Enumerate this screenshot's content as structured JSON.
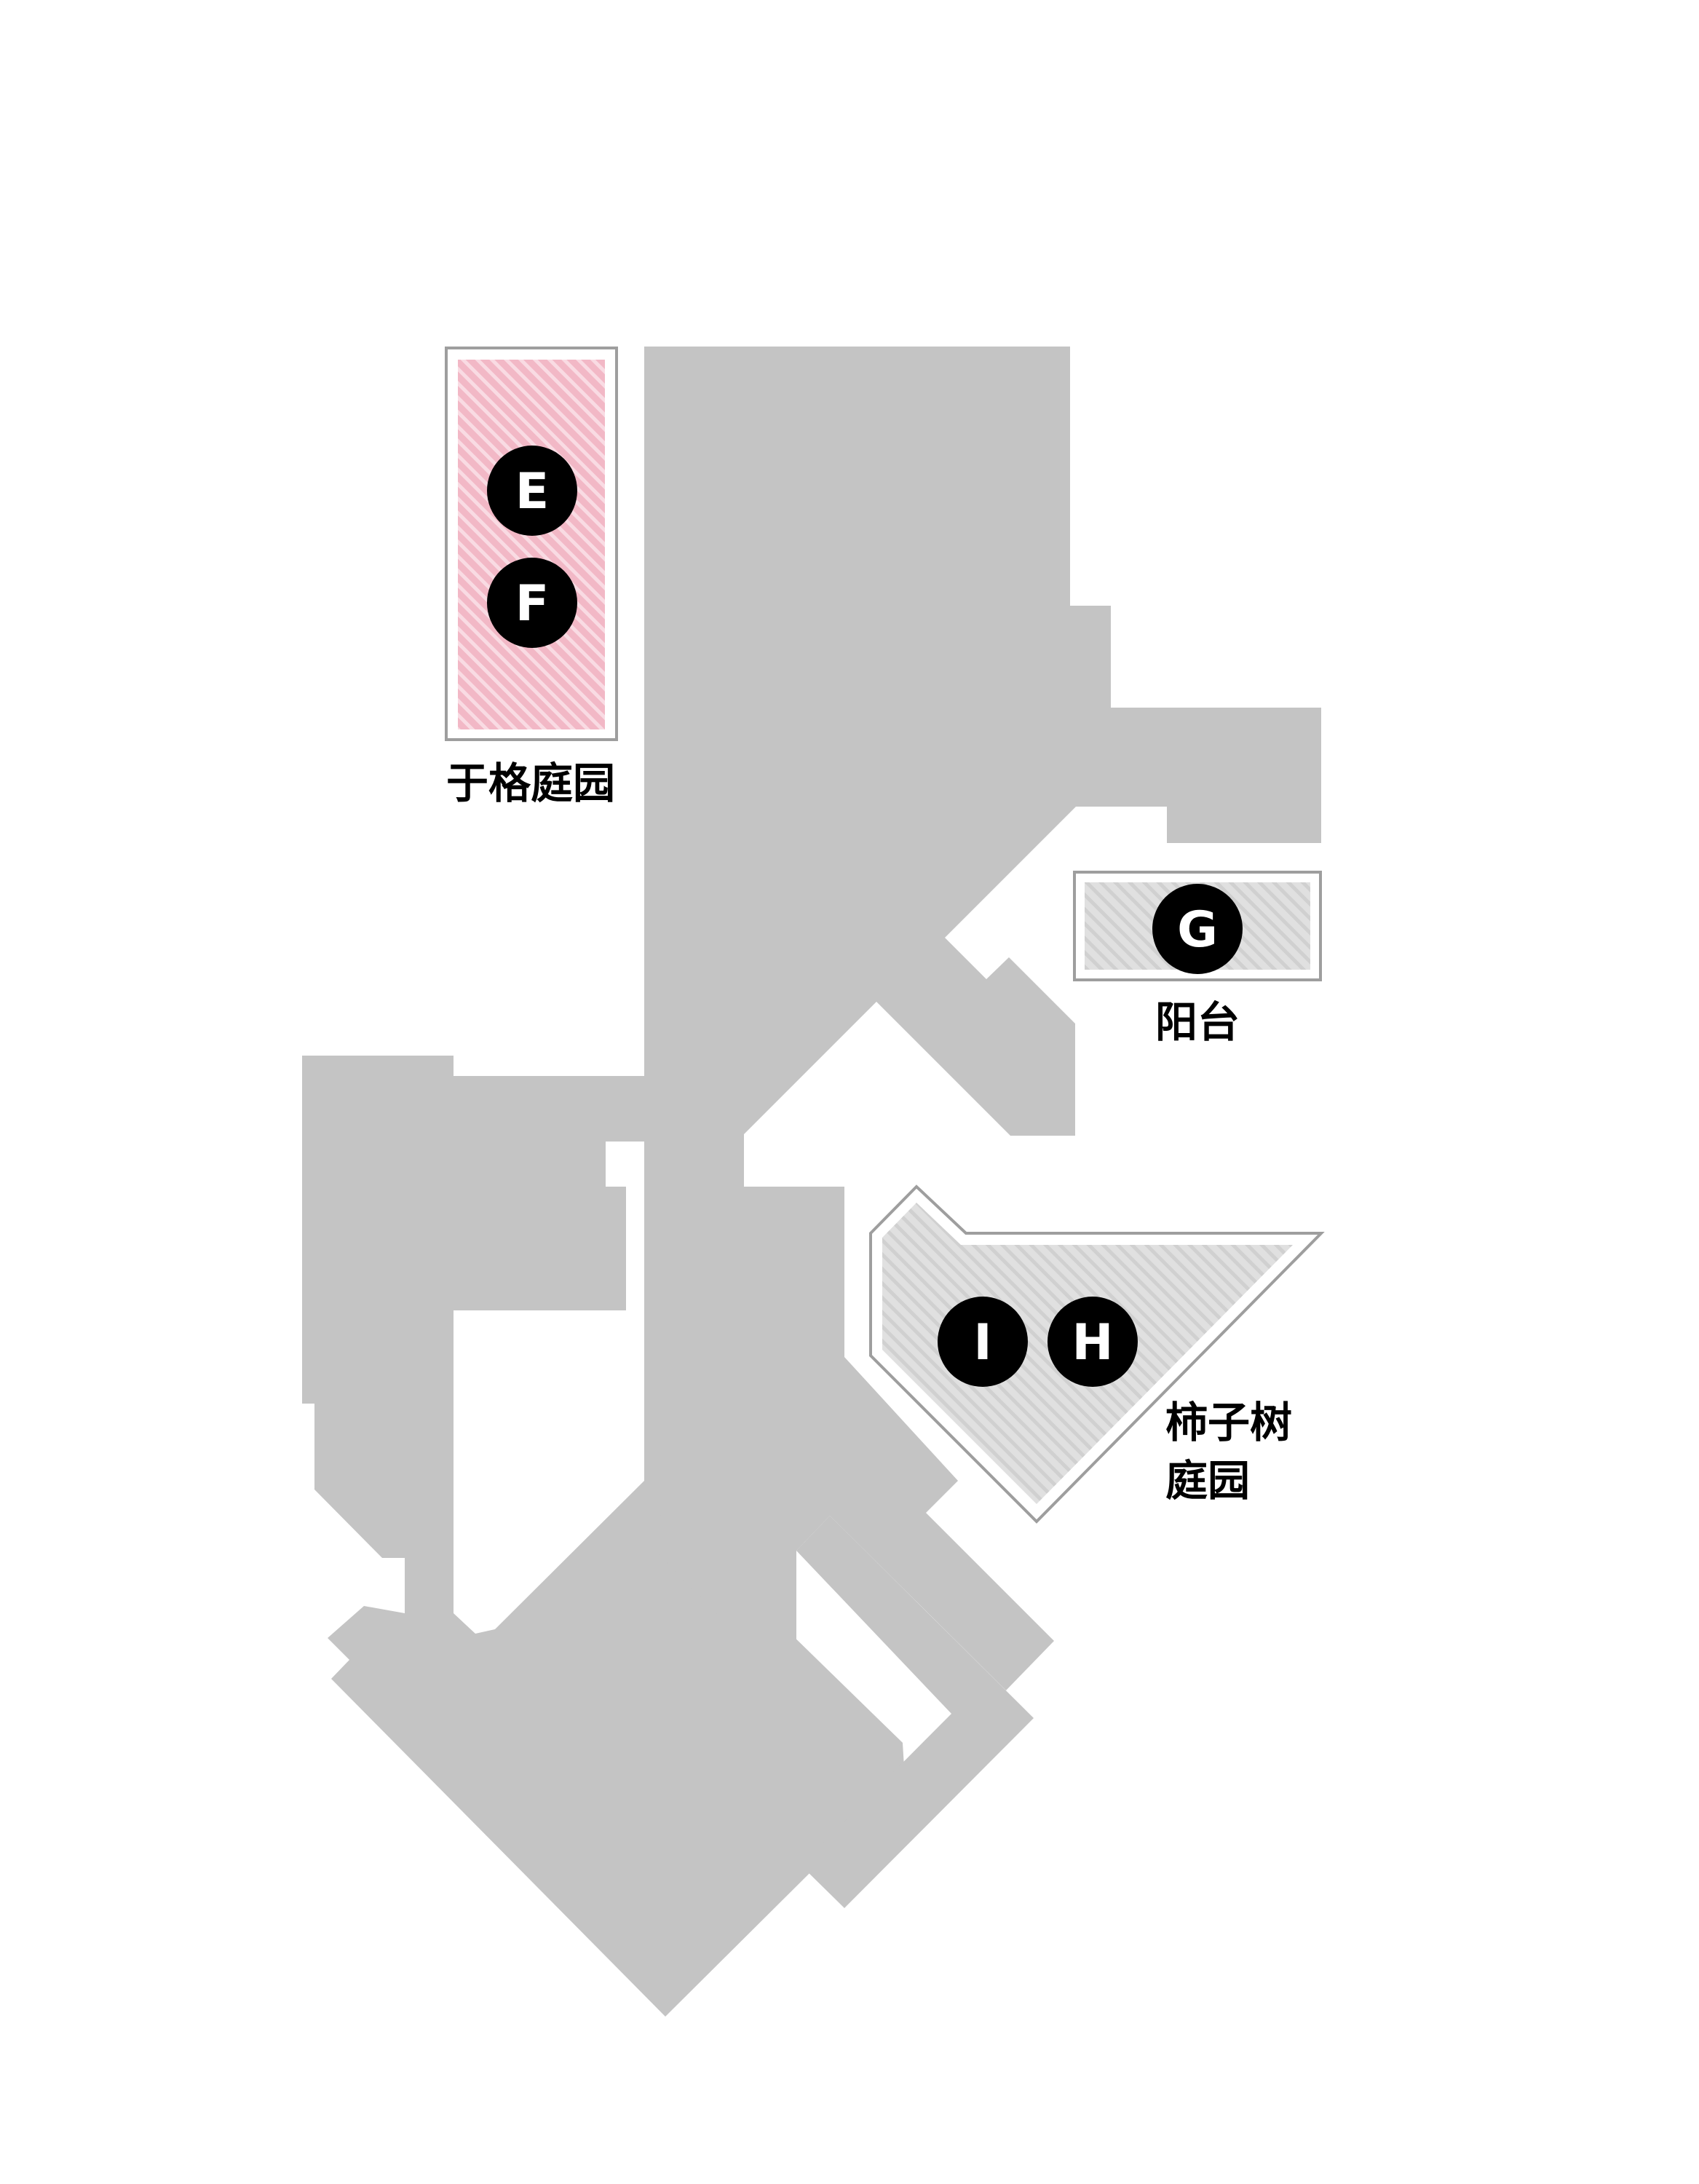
{
  "colors": {
    "background": "#ffffff",
    "building": "#c4c4c4",
    "highlight_fill": "#f2b8c6",
    "highlight_stripe": "#f9dbe3",
    "garden_fill": "#e0e0e0",
    "garden_stripe": "#d0d0d0",
    "outline": "#9e9e9e",
    "marker_fill": "#000000",
    "marker_text": "#ffffff",
    "label_text": "#000000"
  },
  "areas": {
    "yuge_garden": {
      "label": "于格庭园",
      "markers": [
        "E",
        "F"
      ],
      "highlighted": true
    },
    "balcony": {
      "label": "阳台",
      "markers": [
        "G"
      ],
      "highlighted": false
    },
    "persimmon_garden": {
      "label_line1": "柿子树",
      "label_line2": "庭园",
      "markers": [
        "I",
        "H"
      ],
      "highlighted": false
    }
  }
}
